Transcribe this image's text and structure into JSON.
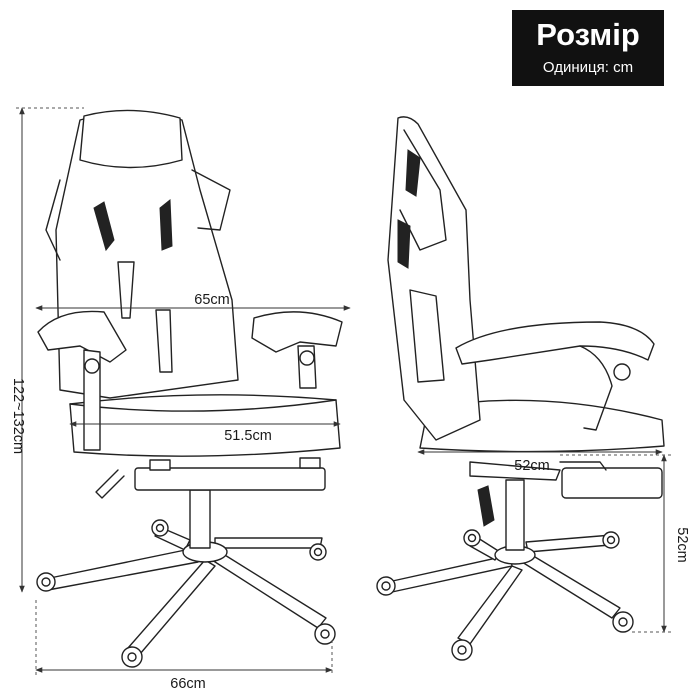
{
  "badge": {
    "title": "Розмір",
    "unit_label": "Одиниця: cm"
  },
  "dimensions": {
    "seat_width": "65cm",
    "seat_depth_front": "51.5cm",
    "height": "122~132cm",
    "base_width": "66cm",
    "seat_depth_side": "52cm",
    "seat_height": "52cm"
  },
  "colors": {
    "badge_background": "#111111",
    "badge_text": "#ffffff",
    "line": "#222222"
  }
}
